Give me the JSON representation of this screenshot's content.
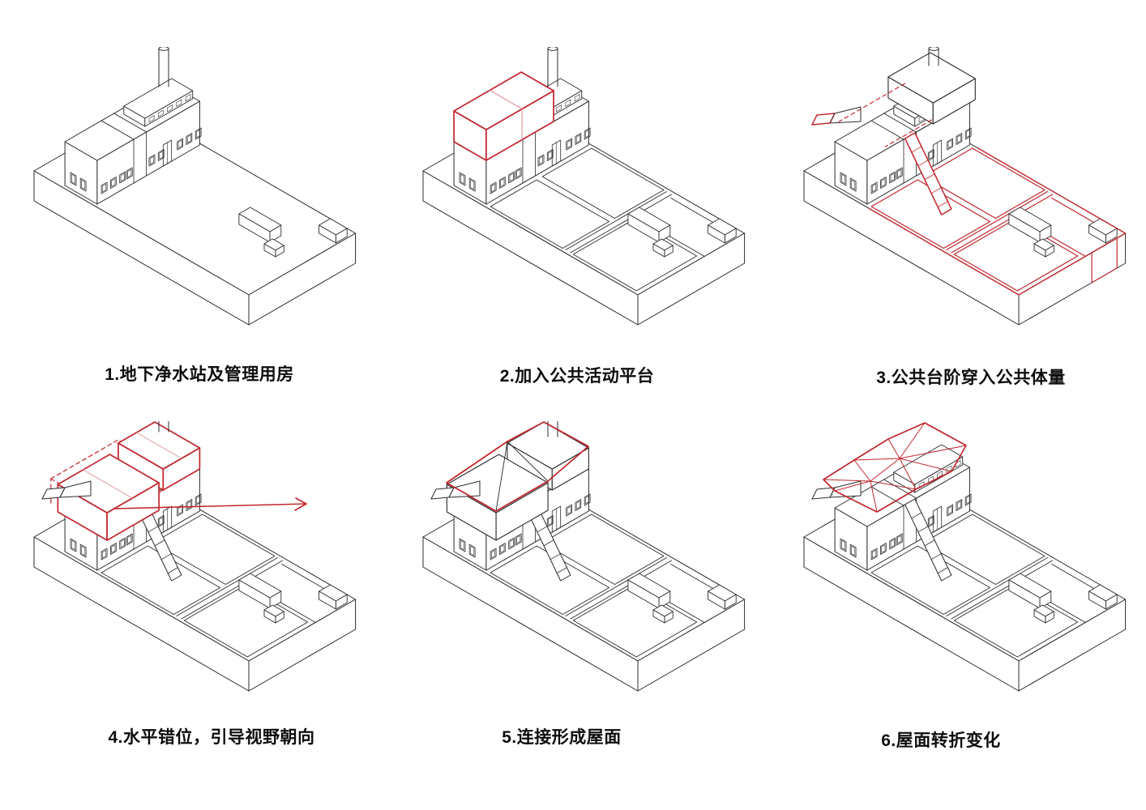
{
  "page": {
    "background": "#ffffff"
  },
  "colors": {
    "line": "#2b2b2b",
    "highlight": "#c0272d",
    "highlight_light": "#df939a"
  },
  "panels": [
    {
      "id": "step-1",
      "caption": "1.地下净水站及管理用房"
    },
    {
      "id": "step-2",
      "caption": "2.加入公共活动平台"
    },
    {
      "id": "step-3",
      "caption": "3.公共台阶穿入公共体量"
    },
    {
      "id": "step-4",
      "caption": "4.水平错位，引导视野朝向"
    },
    {
      "id": "step-5",
      "caption": "5.连接形成屋面"
    },
    {
      "id": "step-6",
      "caption": "6.屋面转折变化"
    }
  ]
}
